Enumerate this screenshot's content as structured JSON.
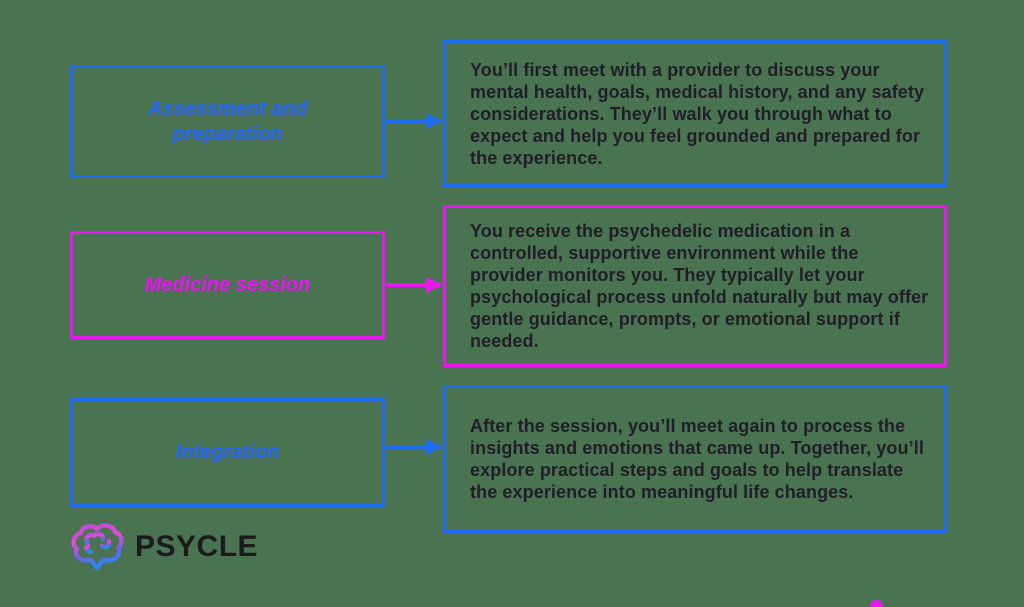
{
  "colors": {
    "background": "#4a7351",
    "blue": "#1f6bf2",
    "magenta": "#e818ee",
    "body_text": "#201f28",
    "logo_text": "#1b1b1b"
  },
  "steps": [
    {
      "label": "Assessment and preparation",
      "accent": "blue",
      "description": "You’ll first meet with a provider to discuss your mental health, goals, medical history, and any safety considerations. They’ll walk you through what to expect and help you feel grounded and prepared for the experience."
    },
    {
      "label": "Medicine session",
      "accent": "magenta",
      "description": "You receive the psychedelic medication in a controlled, supportive environment while the provider monitors you. They typically let your psychological process unfold naturally but may offer gentle guidance, prompts, or emotional support if needed."
    },
    {
      "label": "Integration",
      "accent": "blue",
      "description": "After the session, you’ll meet again to process the insights and emotions that came up. Together, you’ll explore practical steps and goals to help translate the experience into meaningful life changes."
    }
  ],
  "logo": {
    "text": "PSYCLE",
    "icon": "brain-icon"
  }
}
